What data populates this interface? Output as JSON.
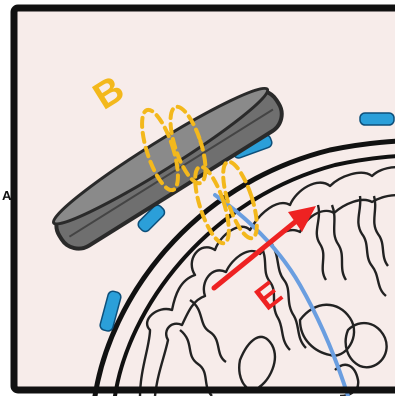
{
  "labels": {
    "b": "B",
    "e": "E",
    "a": "A"
  },
  "colors": {
    "background": "#f7ecea",
    "frame": "#111111",
    "label_b": "#f3b81c",
    "label_e": "#ee2222",
    "arrow": "#ee2222",
    "dashed_marks": "#f3b81c",
    "device_body": "#6f6f6f",
    "electrodes": "#2b9fd9",
    "blue_track": "#6a9ee0",
    "tissue_lines": "#222222"
  },
  "icons": {
    "device": "implanted-disc-device",
    "arrow": "red-arrow"
  }
}
